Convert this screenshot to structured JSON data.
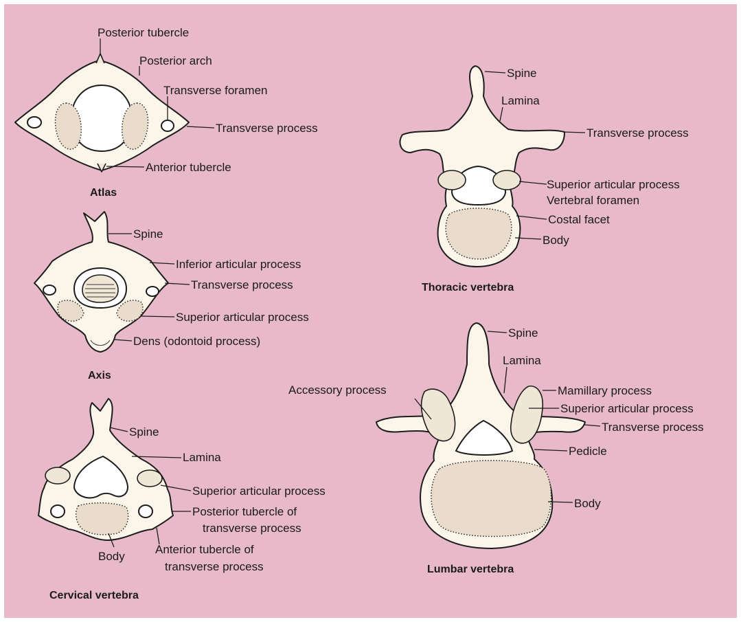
{
  "colors": {
    "background": "#e8b9c8",
    "bone": "#fbf5ea",
    "outline": "#1c1c1c"
  },
  "atlas": {
    "title": "Atlas",
    "labels": {
      "posterior_tubercle": "Posterior tubercle",
      "posterior_arch": "Posterior arch",
      "transverse_foramen": "Transverse foramen",
      "transverse_process": "Transverse process",
      "anterior_tubercle": "Anterior tubercle"
    }
  },
  "axis": {
    "title": "Axis",
    "labels": {
      "spine": "Spine",
      "inferior_articular_process": "Inferior articular process",
      "transverse_process": "Transverse process",
      "superior_articular_process": "Superior articular process",
      "dens": "Dens (odontoid process)"
    }
  },
  "cervical": {
    "title": "Cervical vertebra",
    "labels": {
      "spine": "Spine",
      "lamina": "Lamina",
      "superior_articular_process": "Superior articular process",
      "posterior_tubercle_line1": "Posterior tubercle of",
      "posterior_tubercle_line2": "transverse process",
      "anterior_tubercle_line1": "Anterior tubercle of",
      "anterior_tubercle_line2": "transverse process",
      "body": "Body"
    }
  },
  "thoracic": {
    "title": "Thoracic vertebra",
    "labels": {
      "spine": "Spine",
      "lamina": "Lamina",
      "transverse_process": "Transverse process",
      "superior_articular_process": "Superior articular process",
      "vertebral_foramen": "Vertebral foramen",
      "costal_facet": "Costal facet",
      "body": "Body"
    }
  },
  "lumbar": {
    "title": "Lumbar vertebra",
    "labels": {
      "spine": "Spine",
      "lamina": "Lamina",
      "accessory_process": "Accessory process",
      "mamillary_process": "Mamillary process",
      "superior_articular_process": "Superior articular process",
      "transverse_process": "Transverse process",
      "pedicle": "Pedicle",
      "body": "Body"
    }
  }
}
